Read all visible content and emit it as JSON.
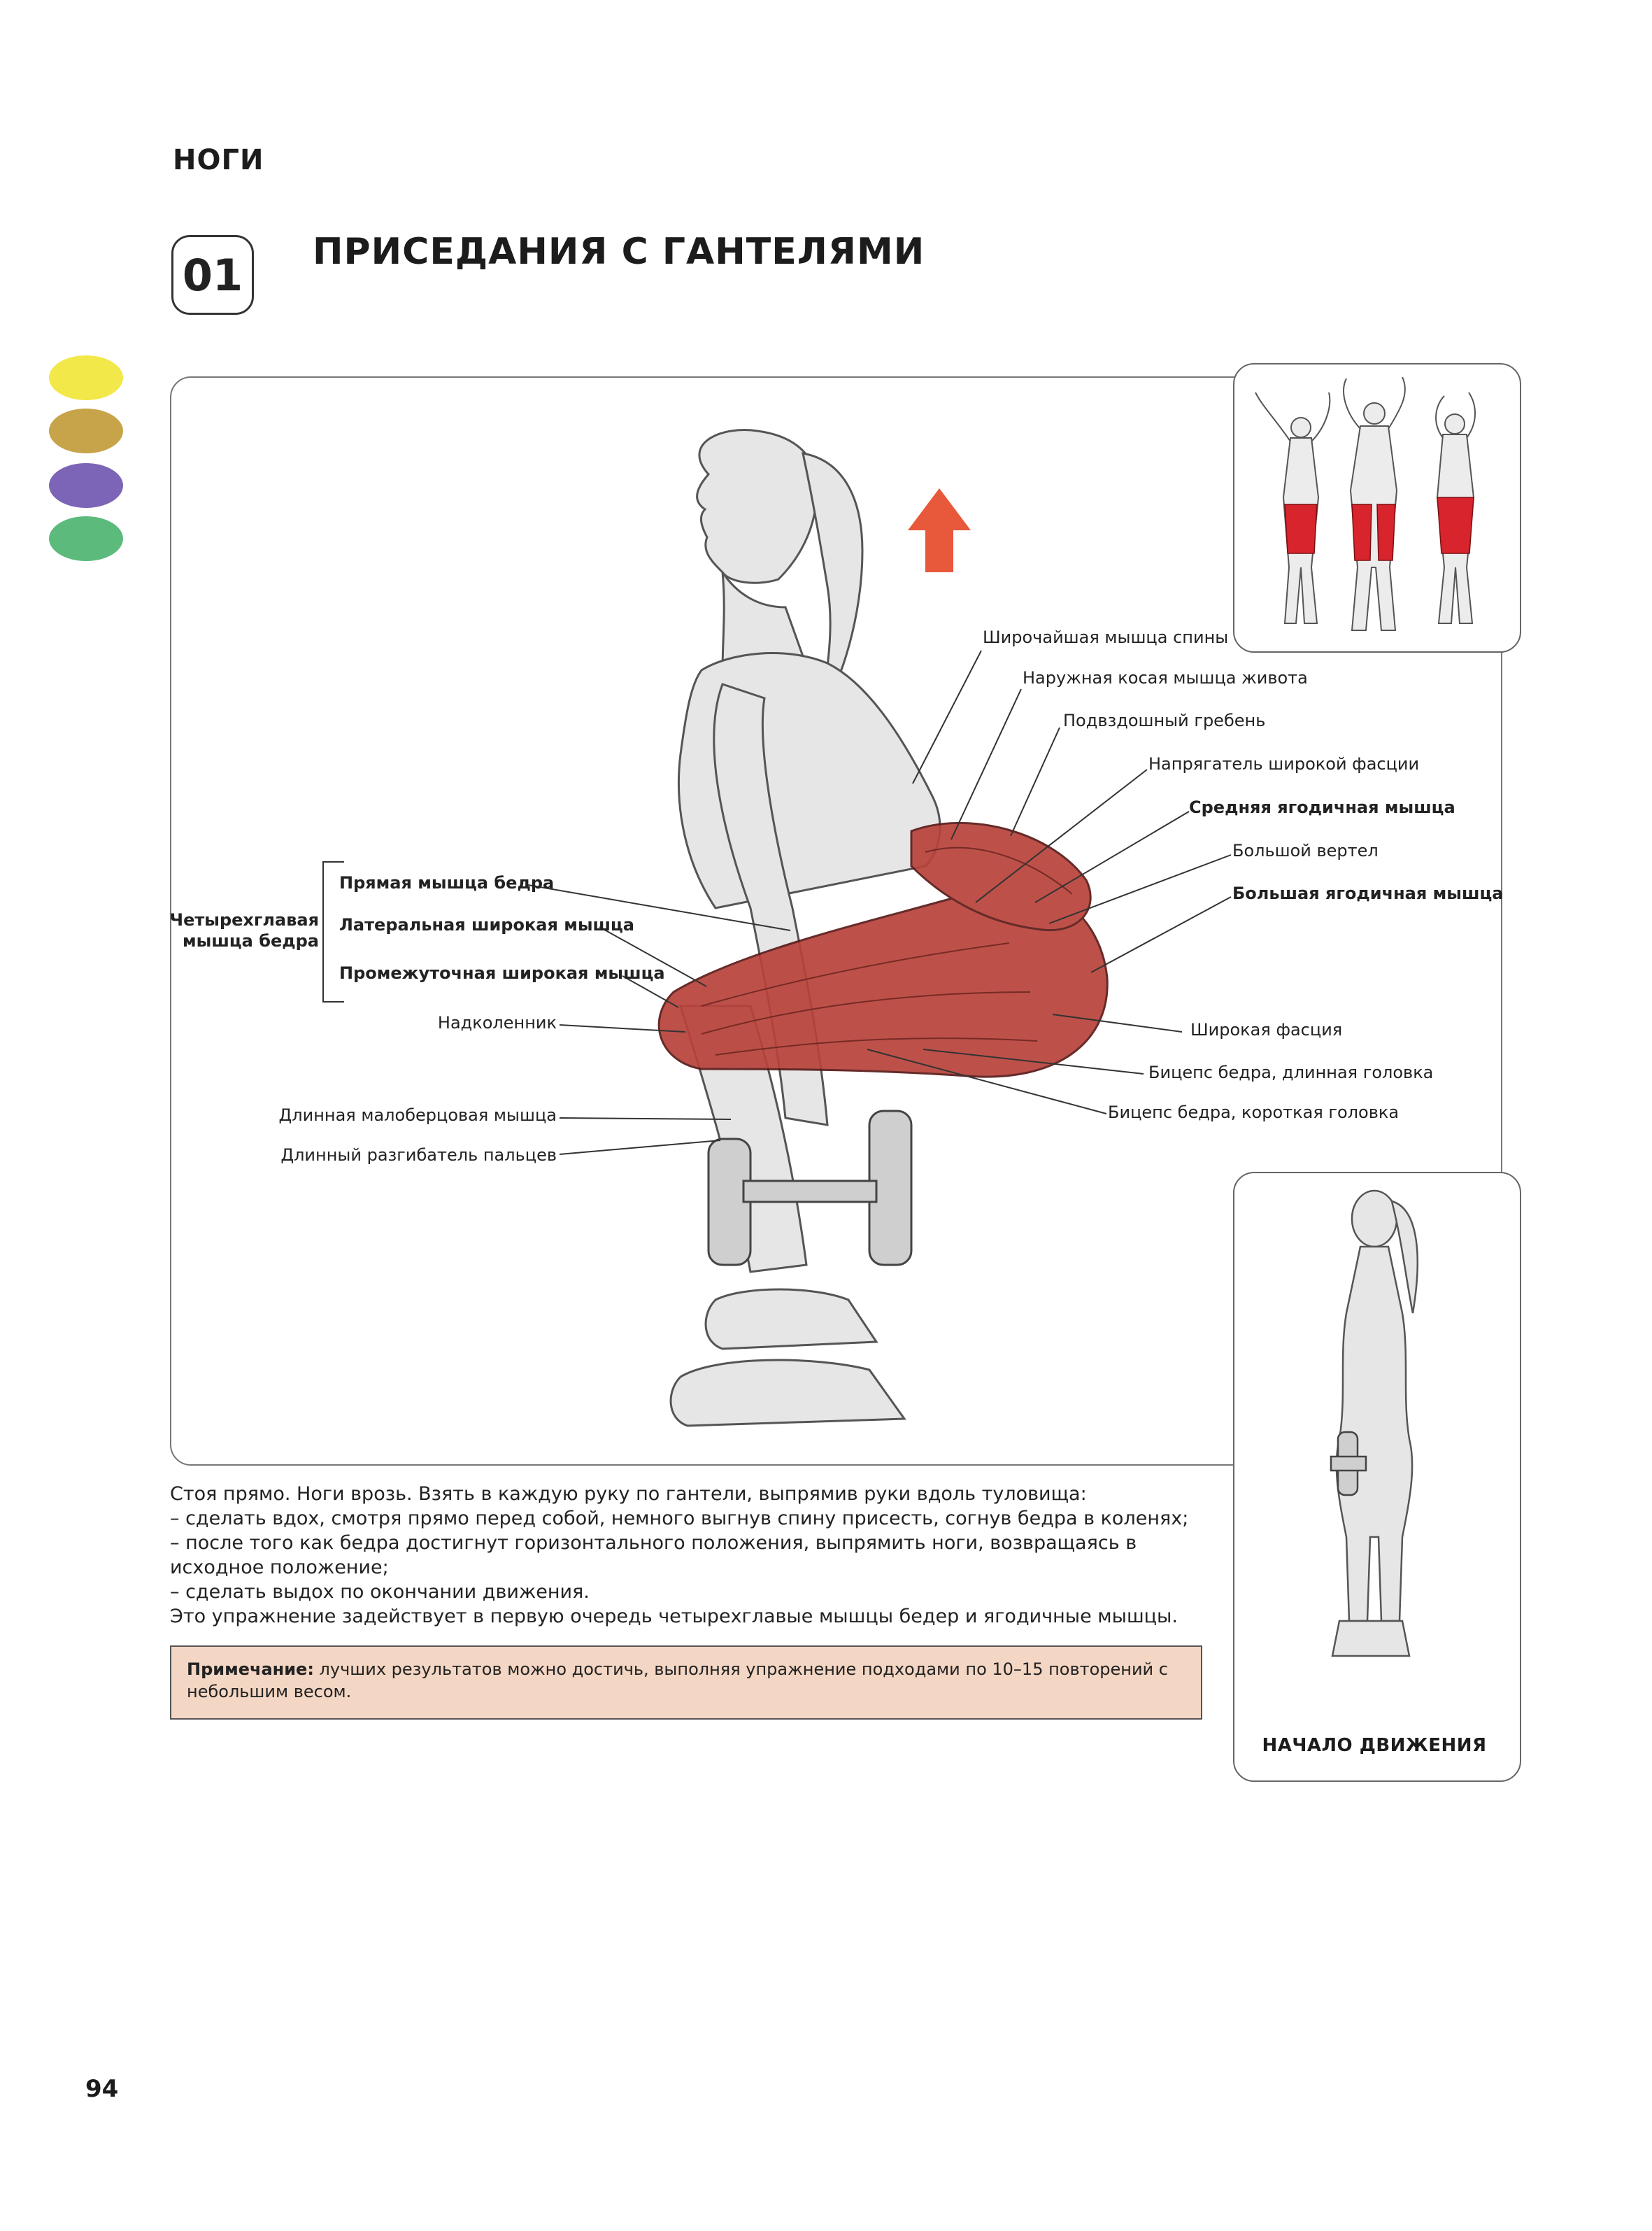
{
  "section": "НОГИ",
  "exercise": {
    "number": "01",
    "title": "ПРИСЕДАНИЯ С ГАНТЕЛЯМИ"
  },
  "color_dots": [
    "#f3e84a",
    "#c7a44a",
    "#7c65b6",
    "#5cba7d"
  ],
  "muscle_labels": {
    "quad_group": "Четырехглавая мышца бедра",
    "left": [
      "Прямая мышца бедра",
      "Латеральная широкая мышца",
      "Промежуточная широкая мышца",
      "Надколенник",
      "Длинная малоберцовая мышца",
      "Длинный разгибатель пальцев"
    ],
    "right": [
      "Широчайшая мышца спины",
      "Наружная косая мышца живота",
      "Подвздошный гребень",
      "Напрягатель широкой фасции",
      "Средняя ягодичная мышца",
      "Большой вертел",
      "Большая ягодичная мышца",
      "Широкая фасция",
      "Бицепс бедра, длинная головка",
      "Бицепс бедра, короткая головка"
    ]
  },
  "description": {
    "lines": [
      "Стоя прямо. Ноги врозь. Взять в каждую руку по гантели, выпрямив руки вдоль туловища:",
      "– сделать вдох, смотря прямо перед собой, немного выгнув спину присесть, согнув бедра в коленях;",
      "– после того как бедра достигнут горизонтального положения, выпрямить ноги, возвращаясь в исходное положение;",
      "– сделать выдох по окончании движения.",
      "Это упражнение задействует в первую очередь четырехглавые мышцы бедер и ягодичные мышцы."
    ]
  },
  "note": {
    "label": "Примечание:",
    "text": " лучших результатов можно достичь, выполняя упражнение подходами по 10–15 повторений с небольшим весом."
  },
  "start_label": "НАЧАЛО ДВИЖЕНИЯ",
  "page_number": "94",
  "colors": {
    "muscle_red": "#b8433a",
    "highlight_red": "#d8242c",
    "arrow": "#e8583a",
    "note_bg": "#f3d6c3"
  }
}
